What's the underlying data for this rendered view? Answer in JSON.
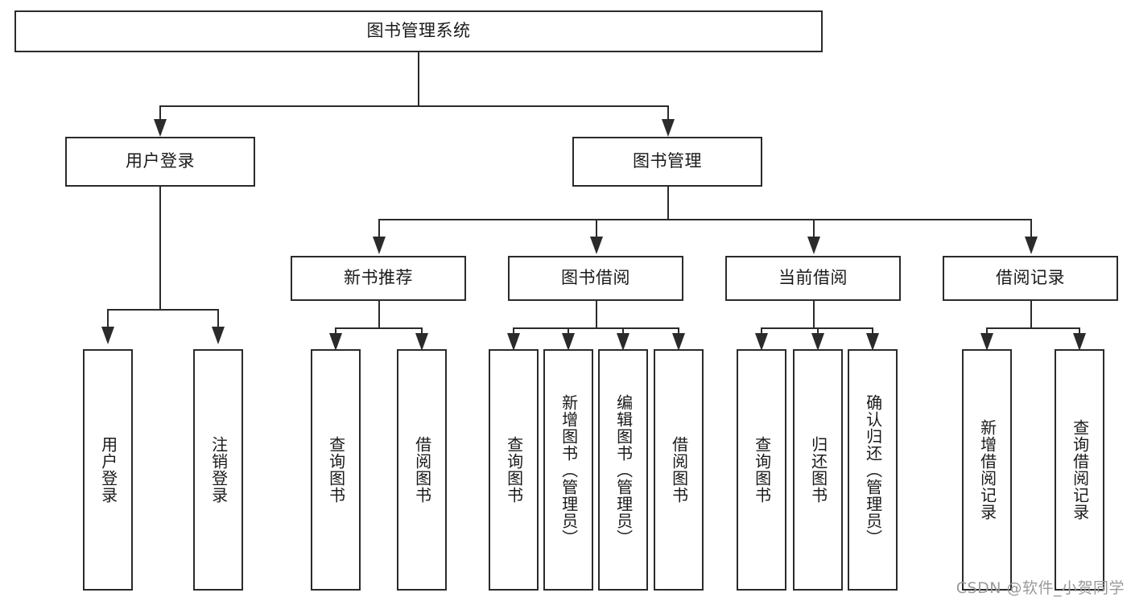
{
  "diagram": {
    "type": "tree",
    "title": "图书管理系统",
    "watermark": "CSDN @软件_小贺同学",
    "colors": {
      "background": "#ffffff",
      "box_border": "#2b2b2b",
      "box_fill": "#ffffff",
      "text": "#1a1a1a",
      "connector": "#2b2b2b",
      "watermark": "#9a9a9a"
    },
    "root": {
      "label": "图书管理系统"
    },
    "level2": [
      {
        "label": "用户登录"
      },
      {
        "label": "图书管理"
      }
    ],
    "level3": [
      {
        "label": "新书推荐"
      },
      {
        "label": "图书借阅"
      },
      {
        "label": "当前借阅"
      },
      {
        "label": "借阅记录"
      }
    ],
    "leaves": {
      "user_login": [
        {
          "label": "用户登录"
        },
        {
          "label": "注销登录"
        }
      ],
      "new_book_recommend": [
        {
          "label": "查询图书"
        },
        {
          "label": "借阅图书"
        }
      ],
      "book_borrow": [
        {
          "label": "查询图书"
        },
        {
          "label": "新增图书（管理员）"
        },
        {
          "label": "编辑图书（管理员）"
        },
        {
          "label": "借阅图书"
        }
      ],
      "current_borrow": [
        {
          "label": "查询图书"
        },
        {
          "label": "归还图书"
        },
        {
          "label": "确认归还（管理员）"
        }
      ],
      "borrow_record": [
        {
          "label": "新增借阅记录"
        },
        {
          "label": "查询借阅记录"
        }
      ]
    }
  }
}
